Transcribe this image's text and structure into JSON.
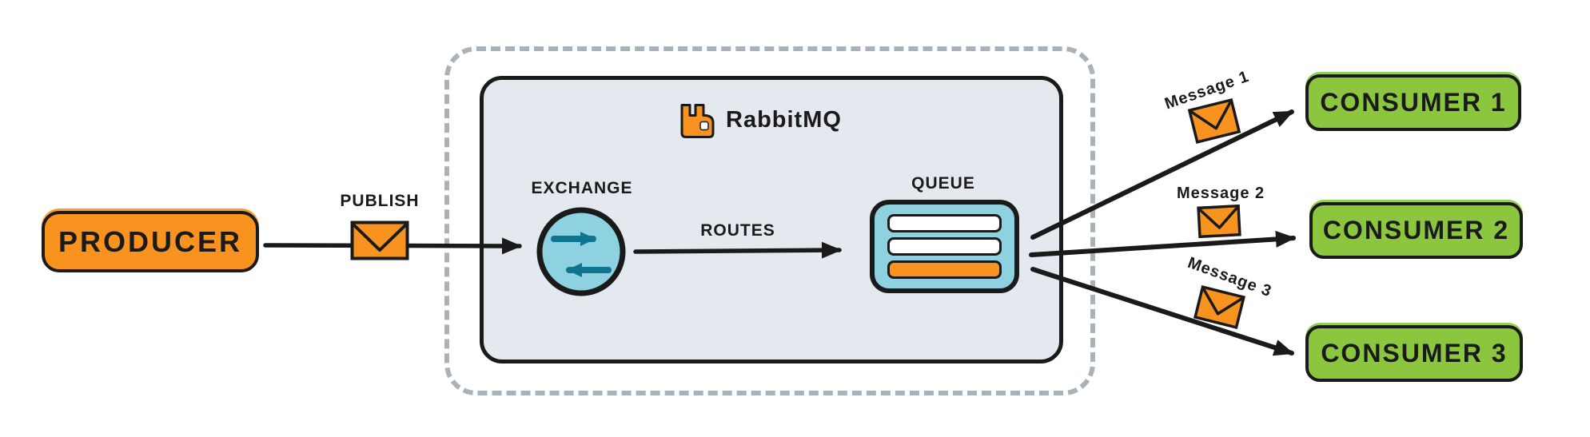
{
  "broker": {
    "title": "RabbitMQ",
    "exchange_label": "EXCHANGE",
    "routes_label": "ROUTES",
    "queue_label": "QUEUE"
  },
  "producer": {
    "label": "PRODUCER",
    "publish_label": "PUBLISH"
  },
  "queue": {
    "slots": [
      "empty",
      "empty",
      "message"
    ]
  },
  "consumers": [
    {
      "label": "CONSUMER 1",
      "message_label": "Message 1"
    },
    {
      "label": "CONSUMER 2",
      "message_label": "Message 2"
    },
    {
      "label": "CONSUMER 3",
      "message_label": "Message 3"
    }
  ],
  "colors": {
    "orange": "#F7931E",
    "green": "#8CC63F",
    "light_blue": "#8ED1E1",
    "teal": "#0E7490",
    "broker_fill": "#E4E9EF",
    "dashed_border": "#A9B1B9",
    "ink": "#1A1A1A"
  }
}
